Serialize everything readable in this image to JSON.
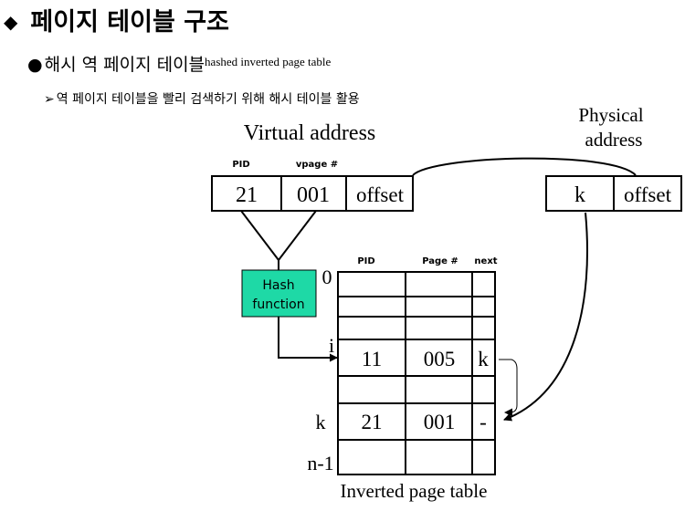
{
  "title": {
    "marker": "◆",
    "text": "페이지 테이블 구조"
  },
  "section": {
    "bullet": "●",
    "text": "해시 역 페이지 테이블",
    "subscript": "hashed inverted page table",
    "sub": {
      "arrow": "➢",
      "text": "역 페이지 테이블을 빨리 검색하기 위해 해시 테이블 활용"
    }
  },
  "diagram": {
    "virtual_address": {
      "title": "Virtual address",
      "pid_header": "PID",
      "vpage_header": "vpage #",
      "pid": "21",
      "vpage": "001",
      "offset": "offset"
    },
    "physical_address": {
      "title_line1": "Physical",
      "title_line2": "address",
      "frame": "k",
      "offset": "offset"
    },
    "hash_box": {
      "line1": "Hash",
      "line2": "function",
      "color": "#1ed9a6"
    },
    "table": {
      "headers": {
        "pid": "PID",
        "page": "Page #",
        "next": "next"
      },
      "row_labels": {
        "first": "0",
        "i": "i",
        "k": "k",
        "last": "n-1"
      },
      "row_i": {
        "pid": "11",
        "page": "005",
        "next": "k"
      },
      "row_k": {
        "pid": "21",
        "page": "001",
        "next": "-"
      },
      "caption": "Inverted page table"
    }
  }
}
